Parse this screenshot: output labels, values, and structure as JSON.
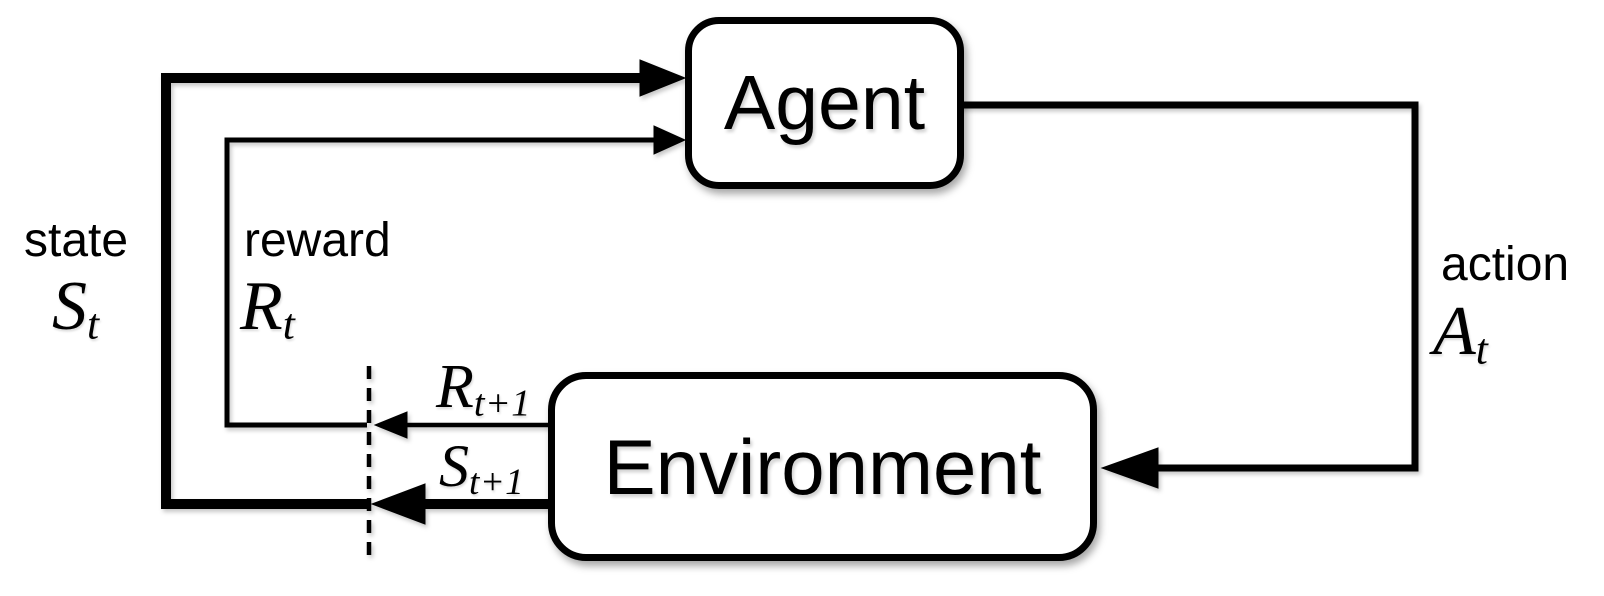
{
  "diagram": {
    "title_hint": "Agent-Environment interaction loop (reinforcement learning)",
    "agent_label": "Agent",
    "environment_label": "Environment",
    "state": {
      "word": "state",
      "symbol": "S",
      "subscript": "t"
    },
    "reward": {
      "word": "reward",
      "symbol": "R",
      "subscript": "t"
    },
    "action": {
      "word": "action",
      "symbol": "A",
      "subscript": "t"
    },
    "next_reward": {
      "symbol": "R",
      "subscript": "t+1"
    },
    "next_state": {
      "symbol": "S",
      "subscript": "t+1"
    },
    "colors": {
      "line": "#000000",
      "box_fill": "#ffffff",
      "background": "#ffffff"
    }
  }
}
